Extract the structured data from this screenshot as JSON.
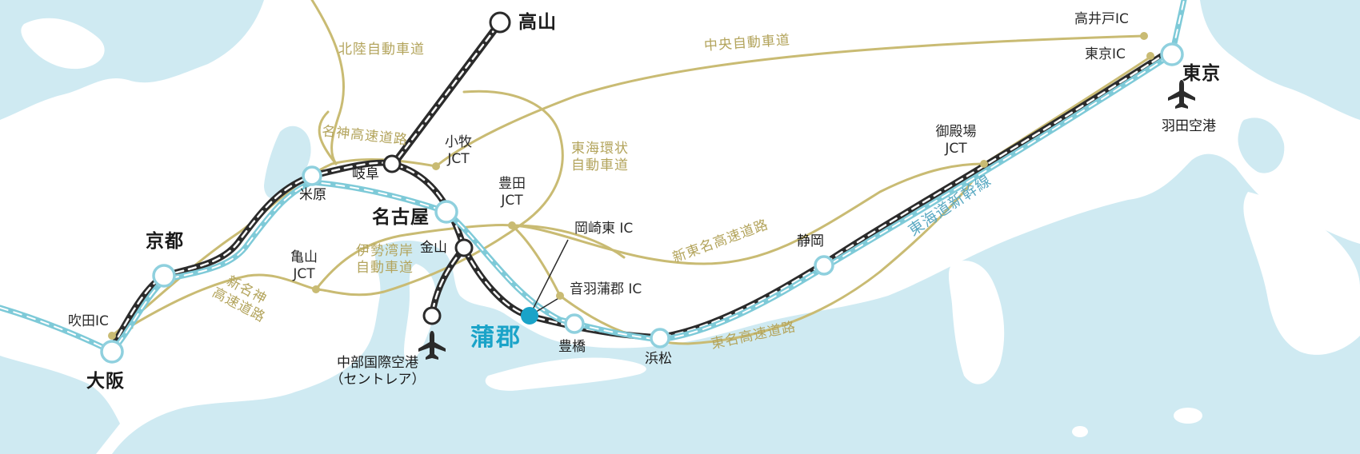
{
  "colors": {
    "sea": "#cfeaf2",
    "land": "#ffffff",
    "expressway": "#c9bb73",
    "shinkansen": "#7ecad8",
    "jr_line": "#2b2b2b",
    "station_stroke": "#8fd0de",
    "home": "#1aa3c8",
    "road_label": "#b3a45c"
  },
  "stations": {
    "takayama": "高山",
    "tokyo": "東京",
    "haneda": "羽田空港",
    "kyoto": "京都",
    "osaka": "大阪",
    "maibara": "米原",
    "gifu": "岐阜",
    "nagoya": "名古屋",
    "kanayama": "金山",
    "gamagori": "蒲郡",
    "toyohashi": "豊橋",
    "hamamatsu": "浜松",
    "shizuoka": "静岡",
    "centrair_line1": "中部国際空港",
    "centrair_line2": "（セントレア）"
  },
  "interchanges": {
    "takaido_ic": "高井戸IC",
    "tokyo_ic": "東京IC",
    "suita_ic": "吹田IC",
    "okazaki_higashi_ic": "岡崎東 IC",
    "otowa_gamagori_ic": "音羽蒲郡 IC",
    "komaki_jct": [
      "小牧",
      "JCT"
    ],
    "toyota_jct": [
      "豊田",
      "JCT"
    ],
    "kameyama_jct": [
      "亀山",
      "JCT"
    ],
    "gotemba_jct": [
      "御殿場",
      "JCT"
    ]
  },
  "expressways": {
    "hokuriku": "北陸自動車道",
    "chuo": "中央自動車道",
    "meishin": "名神高速道路",
    "tokai_kanjo": [
      "東海環状",
      "自動車道"
    ],
    "isewangan": [
      "伊勢湾岸",
      "自動車道"
    ],
    "shin_tomei": "新東名高速道路",
    "tomei": "東名高速道路",
    "shin_meishin": [
      "新名神",
      "高速道路"
    ]
  },
  "railway": {
    "tokaido_shinkansen": "東海道新幹線"
  },
  "icons": {
    "airport": "airplane-icon"
  }
}
